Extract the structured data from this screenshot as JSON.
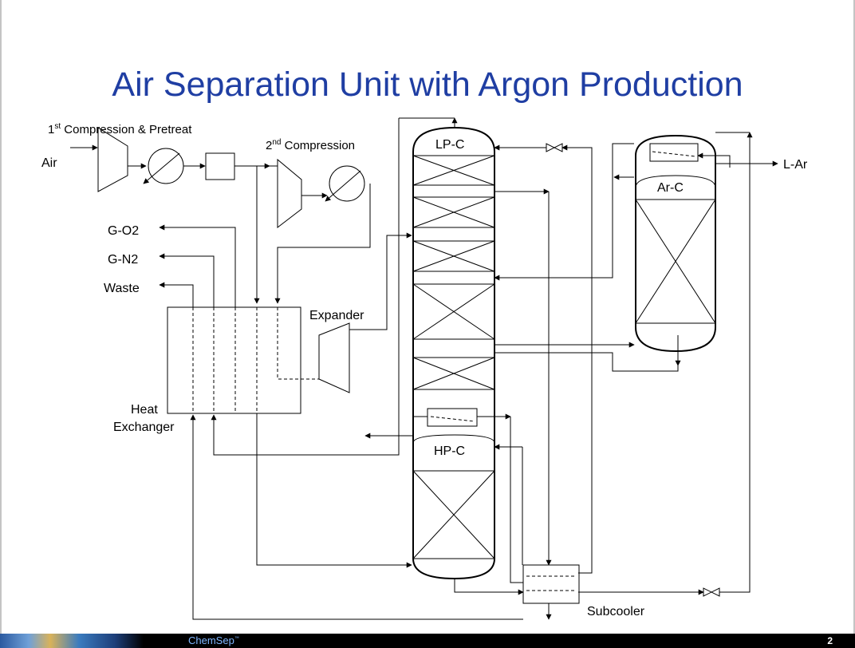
{
  "title": "Air Separation Unit with Argon Production",
  "labels": {
    "first_compression_super": "st",
    "first_compression_rest": " Compression & Pretreat",
    "first_compression_num": "1",
    "second_compression_num": "2",
    "second_compression_super": "nd",
    "second_compression_rest": " Compression",
    "air": "Air",
    "g_o2": "G-O2",
    "g_n2": "G-N2",
    "waste": "Waste",
    "expander": "Expander",
    "heat": "Heat",
    "exchanger": "Exchanger",
    "lp_c": "LP-C",
    "hp_c": "HP-C",
    "ar_c": "Ar-C",
    "l_ar": "L-Ar",
    "subcooler": "Subcooler"
  },
  "footer": {
    "brand": "ChemSep",
    "brand_tm": "™",
    "page_number": "2"
  },
  "colors": {
    "title": "#1f3ea3",
    "footer_bg": "#000000",
    "brand": "#7fb6ff"
  }
}
